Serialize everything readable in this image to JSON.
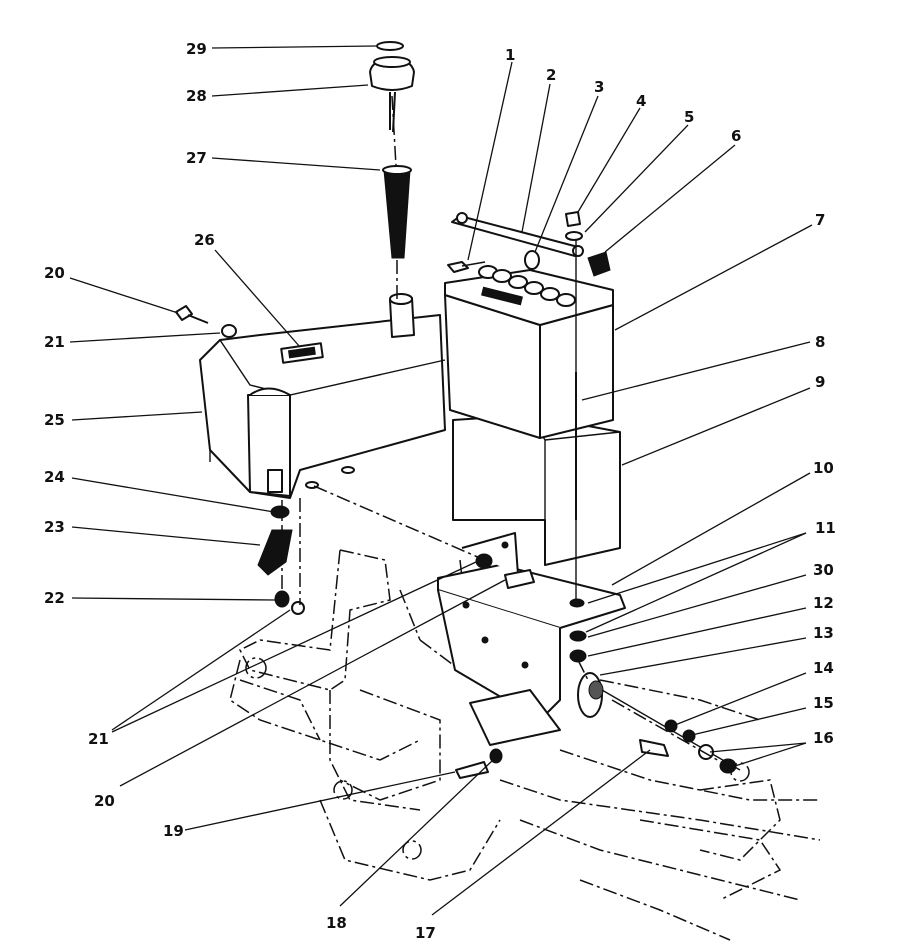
{
  "callouts": {
    "c1": "1",
    "c2": "2",
    "c3": "3",
    "c4": "4",
    "c5": "5",
    "c6": "6",
    "c7": "7",
    "c8": "8",
    "c9": "9",
    "c10": "10",
    "c11": "11",
    "c12": "12",
    "c13": "13",
    "c14": "14",
    "c15": "15",
    "c16": "16",
    "c17": "17",
    "c18": "18",
    "c19": "19",
    "c20a": "20",
    "c20b": "20",
    "c21a": "21",
    "c21b": "21",
    "c22": "22",
    "c23": "23",
    "c24": "24",
    "c25": "25",
    "c26": "26",
    "c27": "27",
    "c28": "28",
    "c29": "29",
    "c30": "30"
  }
}
